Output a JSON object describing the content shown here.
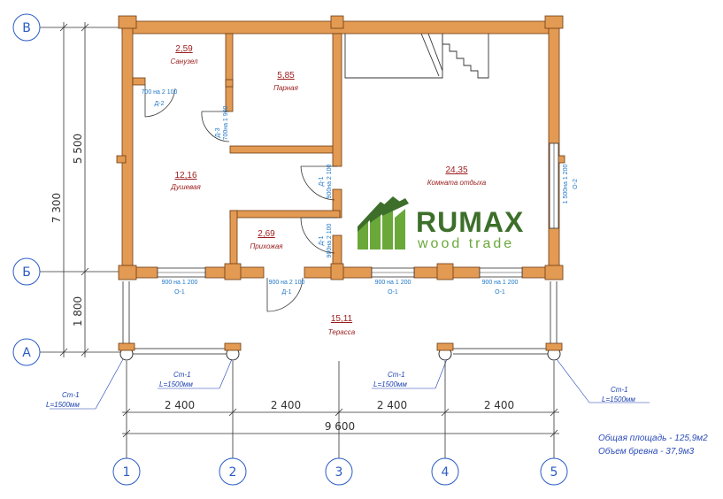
{
  "axes": {
    "rows": [
      "В",
      "Б",
      "А"
    ],
    "cols": [
      "1",
      "2",
      "3",
      "4",
      "5"
    ]
  },
  "dims": {
    "left_total": "7 300",
    "left_top": "5 500",
    "left_bottom": "1 800",
    "bottom_spans": [
      "2 400",
      "2 400",
      "2 400",
      "2 400"
    ],
    "bottom_total": "9 600"
  },
  "rooms": [
    {
      "area": "2,59",
      "name": "Санузел"
    },
    {
      "area": "5,85",
      "name": "Парная"
    },
    {
      "area": "12,16",
      "name": "Душевая"
    },
    {
      "area": "2,69",
      "name": "Прихожая"
    },
    {
      "area": "24,35",
      "name": "Комната отдыха"
    },
    {
      "area": "15,11",
      "name": "Терасса"
    }
  ],
  "doors": {
    "d2_size": "700 на 2 100",
    "d2_label": "Д-2",
    "d3_size": "700на 1 900",
    "d3_label": "Д-3",
    "d1a_size": "900на 2 100",
    "d1a_label": "Д-1",
    "d1b_size": "900на 2 100",
    "d1b_label": "Д-1",
    "d1c_size": "900 на 2 100",
    "d1c_label": "Д-1"
  },
  "windows": {
    "o1_size": "900 на 1 200",
    "o1_label": "О-1",
    "o2_size": "1 500на 1 200",
    "o2_label": "О-2"
  },
  "columns": {
    "label": "Ст-1",
    "length": "L=1500мм"
  },
  "logo": {
    "brand": "RUMAX",
    "sub": "wood trade"
  },
  "summary": {
    "total_area": "Общая площадь - 125,9м2",
    "log_volume": "Объем бревна - 37,9м3"
  },
  "colors": {
    "wall": "#e39a52",
    "wall_stroke": "#6b3a12",
    "axis": "#2a5bc4",
    "logo_green": "#6aa83a",
    "logo_dark": "#3d6f2a"
  }
}
